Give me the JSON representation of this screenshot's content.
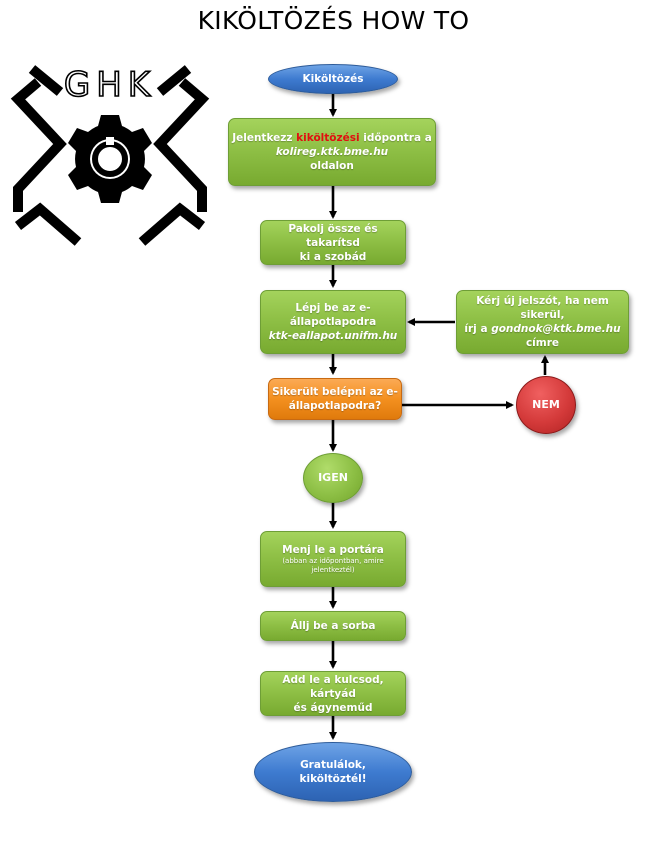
{
  "title": "KIKÖLTÖZÉS HOW TO",
  "logo": {
    "text": "GHK",
    "icon": "gear-icon",
    "color": "#000000"
  },
  "colors": {
    "process_green": "#8fc046",
    "decision_orange": "#f4901f",
    "terminal_blue": "#3e7bd0",
    "no_red": "#d43a3a",
    "highlight_red": "#e01010"
  },
  "nodes": {
    "start": "Kiköltözés",
    "step1": {
      "before": "Jelentkezz ",
      "highlight": "kiköltözési",
      "after": " időpontra a",
      "link": "kolireg.ktk.bme.hu",
      "end": "oldalon"
    },
    "step2": {
      "line1": "Pakolj össze és takarítsd",
      "line2": "ki a szobád"
    },
    "step3": {
      "line1": "Lépj be az e-",
      "line2": "állapotlapodra",
      "link": "ktk-eallapot.unifm.hu"
    },
    "side_step": {
      "line1": "Kérj új jelszót, ha nem sikerül,",
      "prefix": "írj a ",
      "email": "gondnok@ktk.bme.hu",
      "line3": "címre"
    },
    "decision": {
      "line1": "Sikerült belépni az e-",
      "line2": "állapotlapodra?"
    },
    "no": "NEM",
    "yes": "IGEN",
    "step4": {
      "main": "Menj le a portára",
      "note1": "(abban az időpontban, amire",
      "note2": "jelentkeztél)"
    },
    "step5": "Állj be a sorba",
    "step6": {
      "line1": "Add le a kulcsod, kártyád",
      "line2": "és ágyneműd"
    },
    "end": {
      "line1": "Gratulálok,",
      "line2": "kiköltöztél!"
    }
  }
}
